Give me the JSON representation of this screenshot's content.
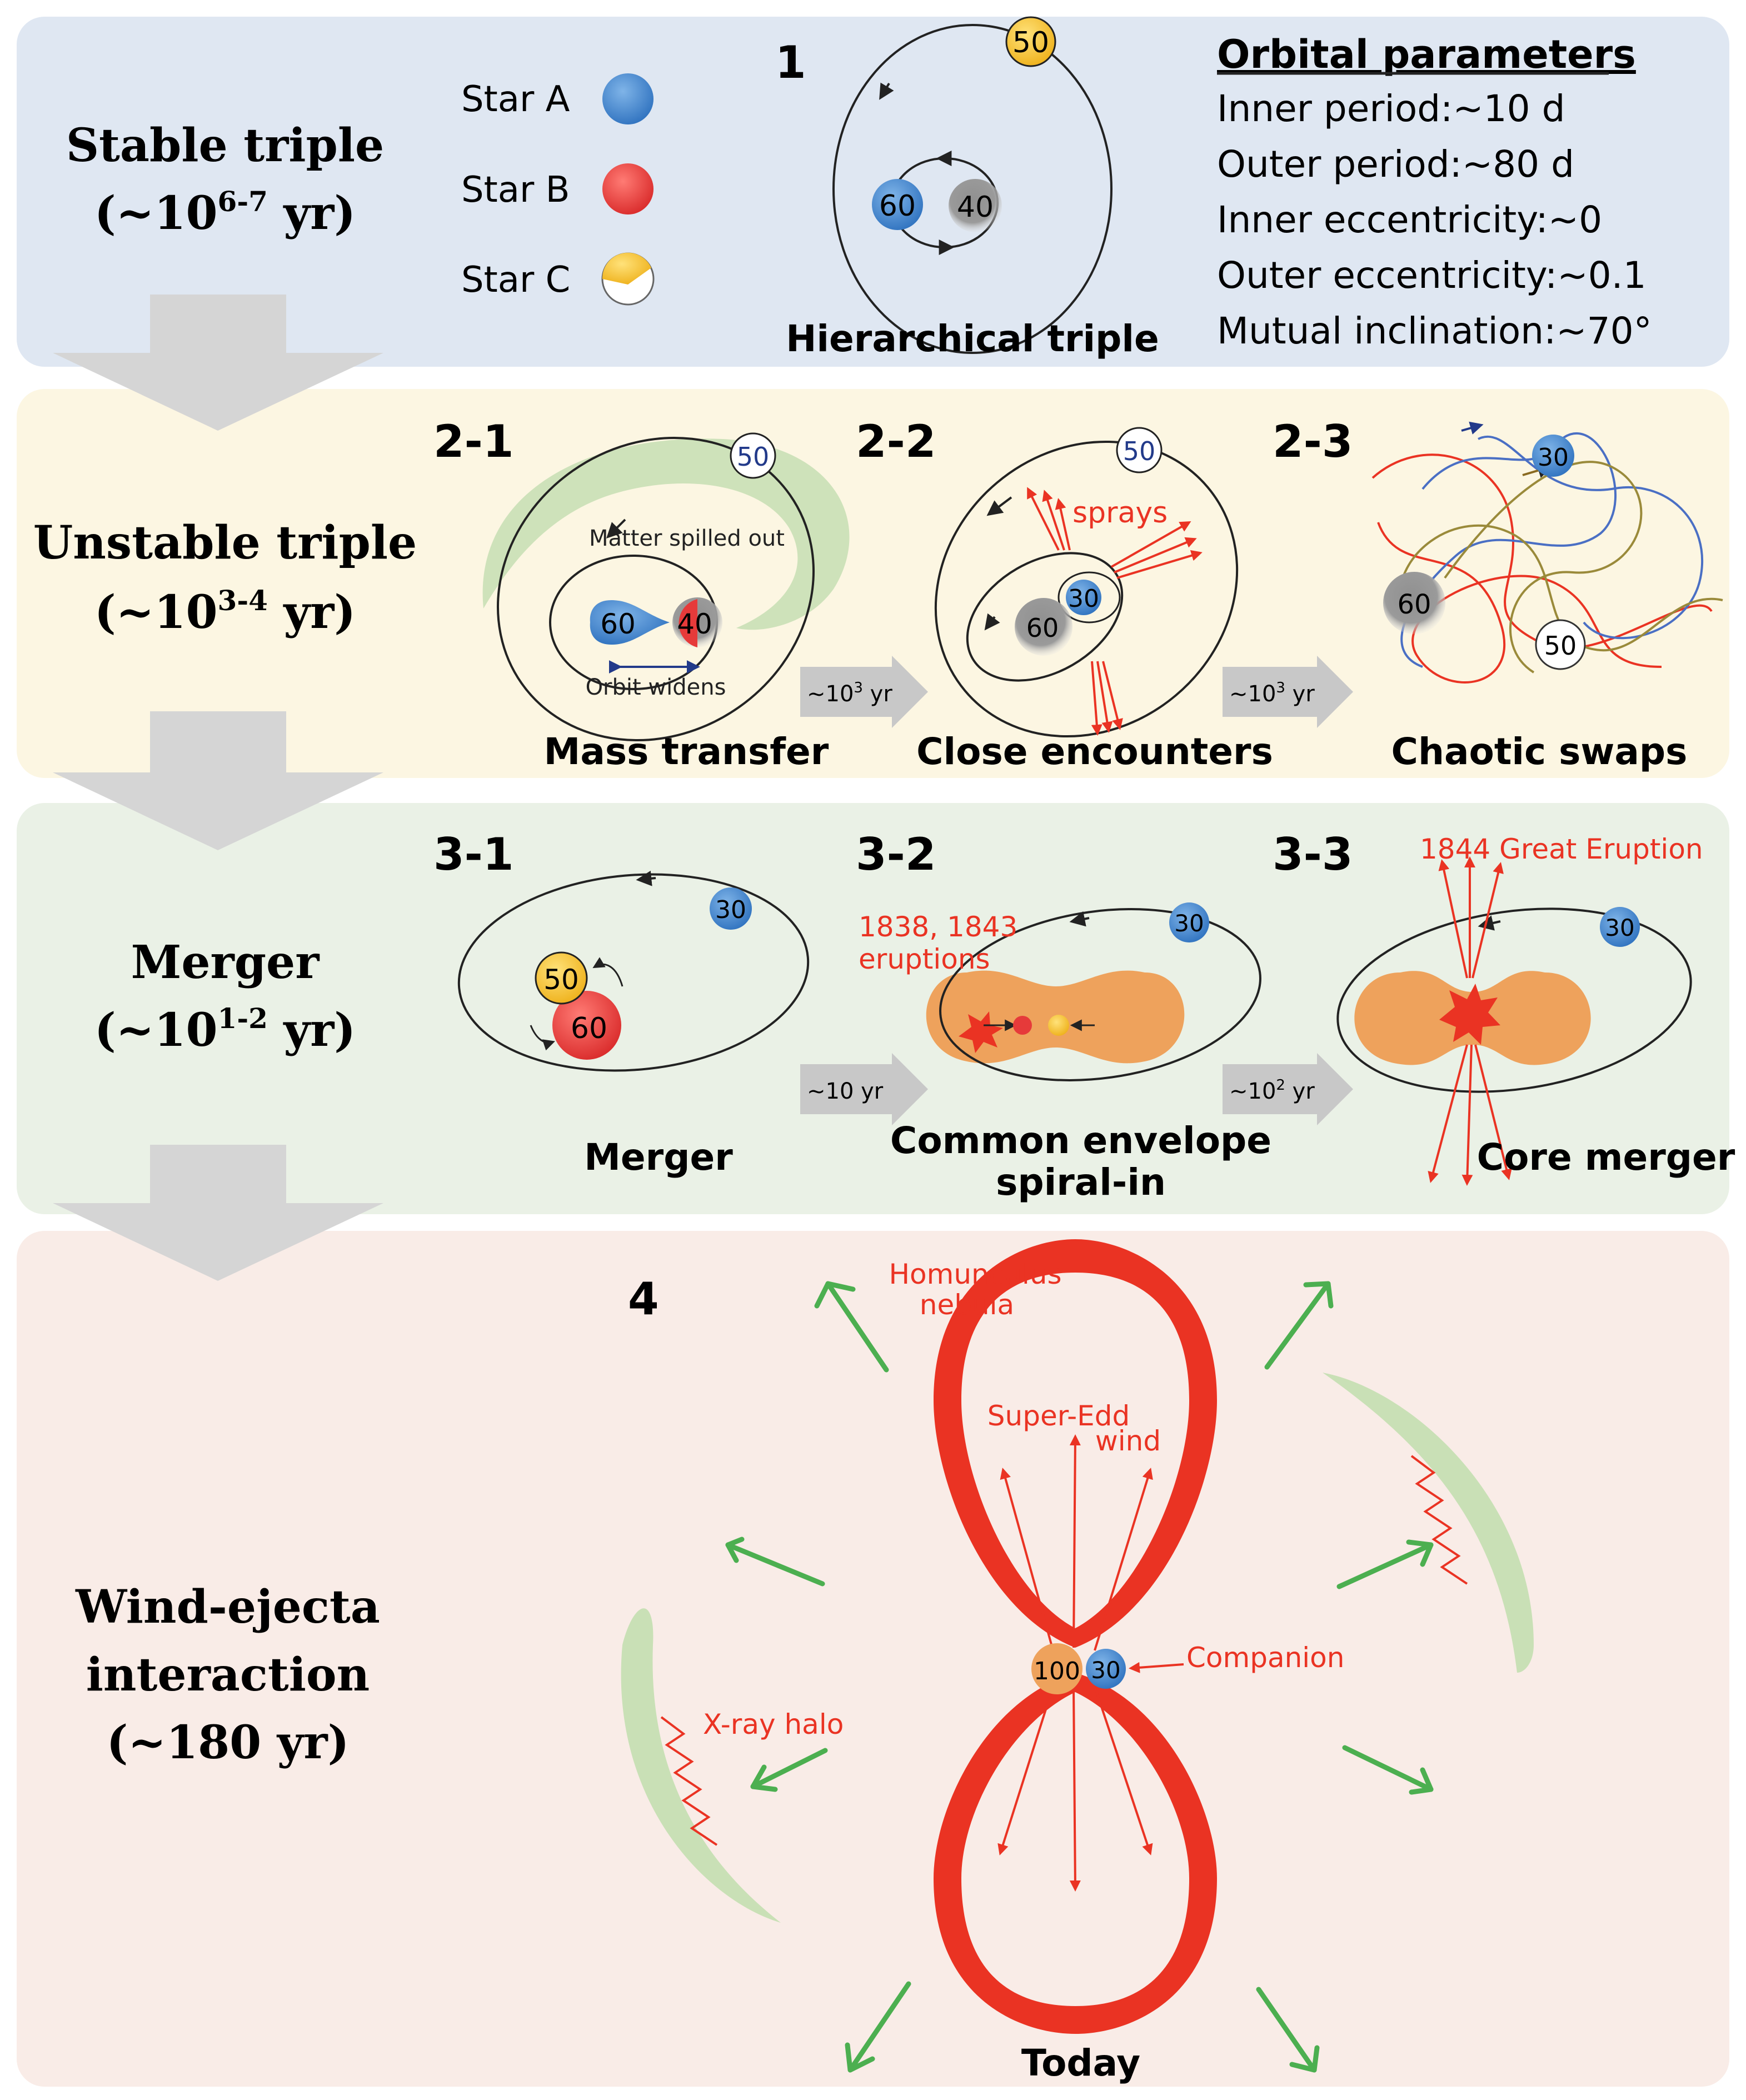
{
  "stages": [
    {
      "title": "Stable triple",
      "timescale": "(~10",
      "sup": "6-7",
      "unit": " yr)"
    },
    {
      "title": "Unstable triple",
      "timescale": "(~10",
      "sup": "3-4",
      "unit": " yr)"
    },
    {
      "title": "Merger",
      "timescale": "(~10",
      "sup": "1-2",
      "unit": " yr)"
    },
    {
      "title_lines": [
        "Wind-ejecta",
        "interaction",
        "(~180 yr)"
      ]
    }
  ],
  "legend": [
    {
      "label": "Star A",
      "color": "#3b86d0"
    },
    {
      "label": "Star B",
      "color": "#e63a3a"
    },
    {
      "label": "Star C",
      "color": "#f4c02a"
    }
  ],
  "orbital_parameters": {
    "heading": "Orbital parameters",
    "rows": [
      "Inner period:~10 d",
      "Outer period:~80 d",
      "Inner eccentricity:~0",
      "Outer eccentricity:~0.1",
      "Mutual inclination:~70°"
    ]
  },
  "panels": {
    "p1": {
      "num": "1",
      "caption": "Hierarchical triple",
      "star_c": "50",
      "star_a": "60",
      "star_b": "40"
    },
    "p21": {
      "num": "2-1",
      "caption": "Mass transfer",
      "spill": "Matter spilled out",
      "widen": "Orbit widens",
      "s50": "50",
      "s60": "60",
      "s40": "40"
    },
    "p22": {
      "num": "2-2",
      "caption": "Close encounters",
      "sprays": "sprays",
      "s50": "50",
      "s30": "30",
      "s60": "60"
    },
    "p23": {
      "num": "2-3",
      "caption": "Chaotic swaps",
      "s30": "30",
      "s60": "60",
      "s50": "50"
    },
    "p31": {
      "num": "3-1",
      "caption": "Merger",
      "s30": "30",
      "s50": "50",
      "s60": "60"
    },
    "p32": {
      "num": "3-2",
      "caption_lines": [
        "Common envelope",
        "spiral-in"
      ],
      "eruptions": [
        "1838, 1843",
        "eruptions"
      ],
      "s30": "30"
    },
    "p33": {
      "num": "3-3",
      "caption": "Core merger",
      "eruption": "1844 Great Eruption",
      "s30": "30"
    },
    "p4": {
      "num": "4",
      "caption": "Today",
      "homunculus": [
        "Homunculus",
        "nebula"
      ],
      "wind": [
        "Super-Edd",
        "wind"
      ],
      "companion": "Companion",
      "xray": "X-ray halo",
      "s100": "100",
      "s30": "30"
    }
  },
  "transition_arrows": {
    "a1": "~10",
    "a1_sup": "3",
    "a1_unit": " yr",
    "a2": "~10",
    "a2_sup": "3",
    "a2_unit": " yr",
    "a3": "~10 yr",
    "a4": "~10",
    "a4_sup": "2",
    "a4_unit": " yr"
  },
  "colors": {
    "band1": "#dfe7f2",
    "band2": "#fcf6e2",
    "band3": "#eaf1e6",
    "band4": "#f9ece7",
    "star_a": "#3b86d0",
    "star_b": "#e63a3a",
    "star_c": "#f4c02a",
    "grey_star": "#808080",
    "envelope": "#eea25c",
    "annotation_red": "#ea3323",
    "green": "#4caf50",
    "halo": "#c9e0b6"
  }
}
